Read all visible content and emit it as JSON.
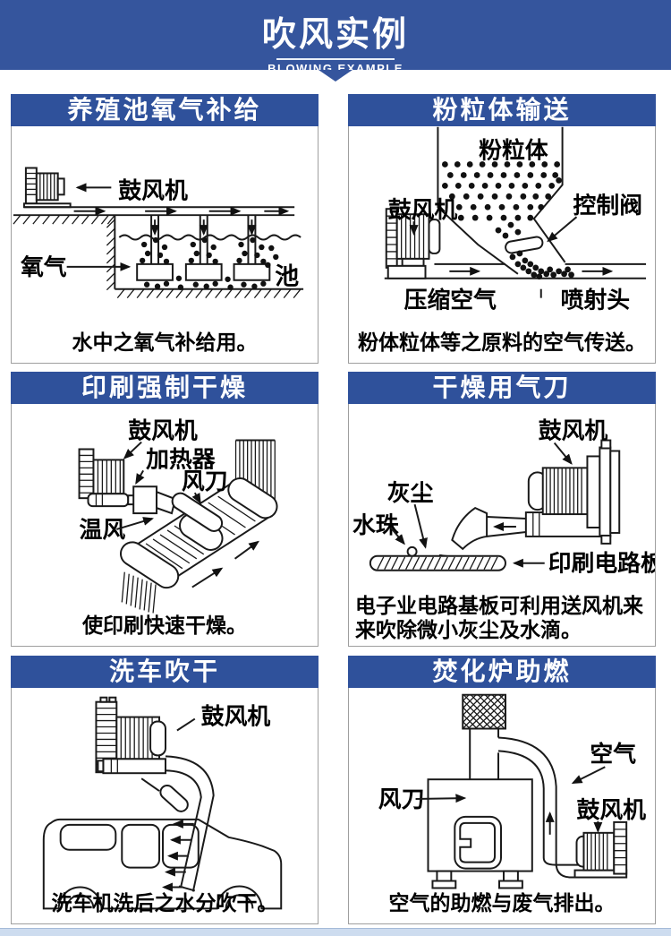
{
  "banner": {
    "title": "吹风实例",
    "subtitle": "BLOWING EXAMPLE"
  },
  "colors": {
    "banner_blue": "#35559d",
    "panel_header_blue": "#2f519b",
    "footer_blue": "#cddcef",
    "line_black": "#1a1a1a"
  },
  "panels": [
    {
      "title": "养殖池氧气补给",
      "caption": "水中之氧气补给用。",
      "labels": {
        "blower": "鼓风机",
        "oxygen": "氧气",
        "pool": "池"
      }
    },
    {
      "title": "粉粒体输送",
      "caption": "粉体粒体等之原料的空气传送。",
      "labels": {
        "powder": "粉粒体",
        "blower": "鼓风机",
        "valve": "控制阀",
        "compressed_air": "压缩空气",
        "jet_head": "喷射头"
      }
    },
    {
      "title": "印刷强制干燥",
      "caption": "使印刷快速干燥。",
      "labels": {
        "blower": "鼓风机",
        "heater": "加热器",
        "air_knife": "风刀",
        "warm_air": "温风"
      }
    },
    {
      "title": "干燥用气刀",
      "caption_lines": [
        "电子业电路基板可利用送风机来",
        "来吹除微小灰尘及水滴。"
      ],
      "labels": {
        "blower": "鼓风机",
        "dust": "灰尘",
        "water_drop": "水珠",
        "pcb": "印刷电路板"
      }
    },
    {
      "title": "洗车吹干",
      "caption": "洗车机洗后之水分吹干。",
      "labels": {
        "blower": "鼓风机"
      }
    },
    {
      "title": "焚化炉助燃",
      "caption": "空气的助燃与废气排出。",
      "labels": {
        "air": "空气",
        "blower": "鼓风机",
        "air_knife": "风刀"
      }
    }
  ]
}
